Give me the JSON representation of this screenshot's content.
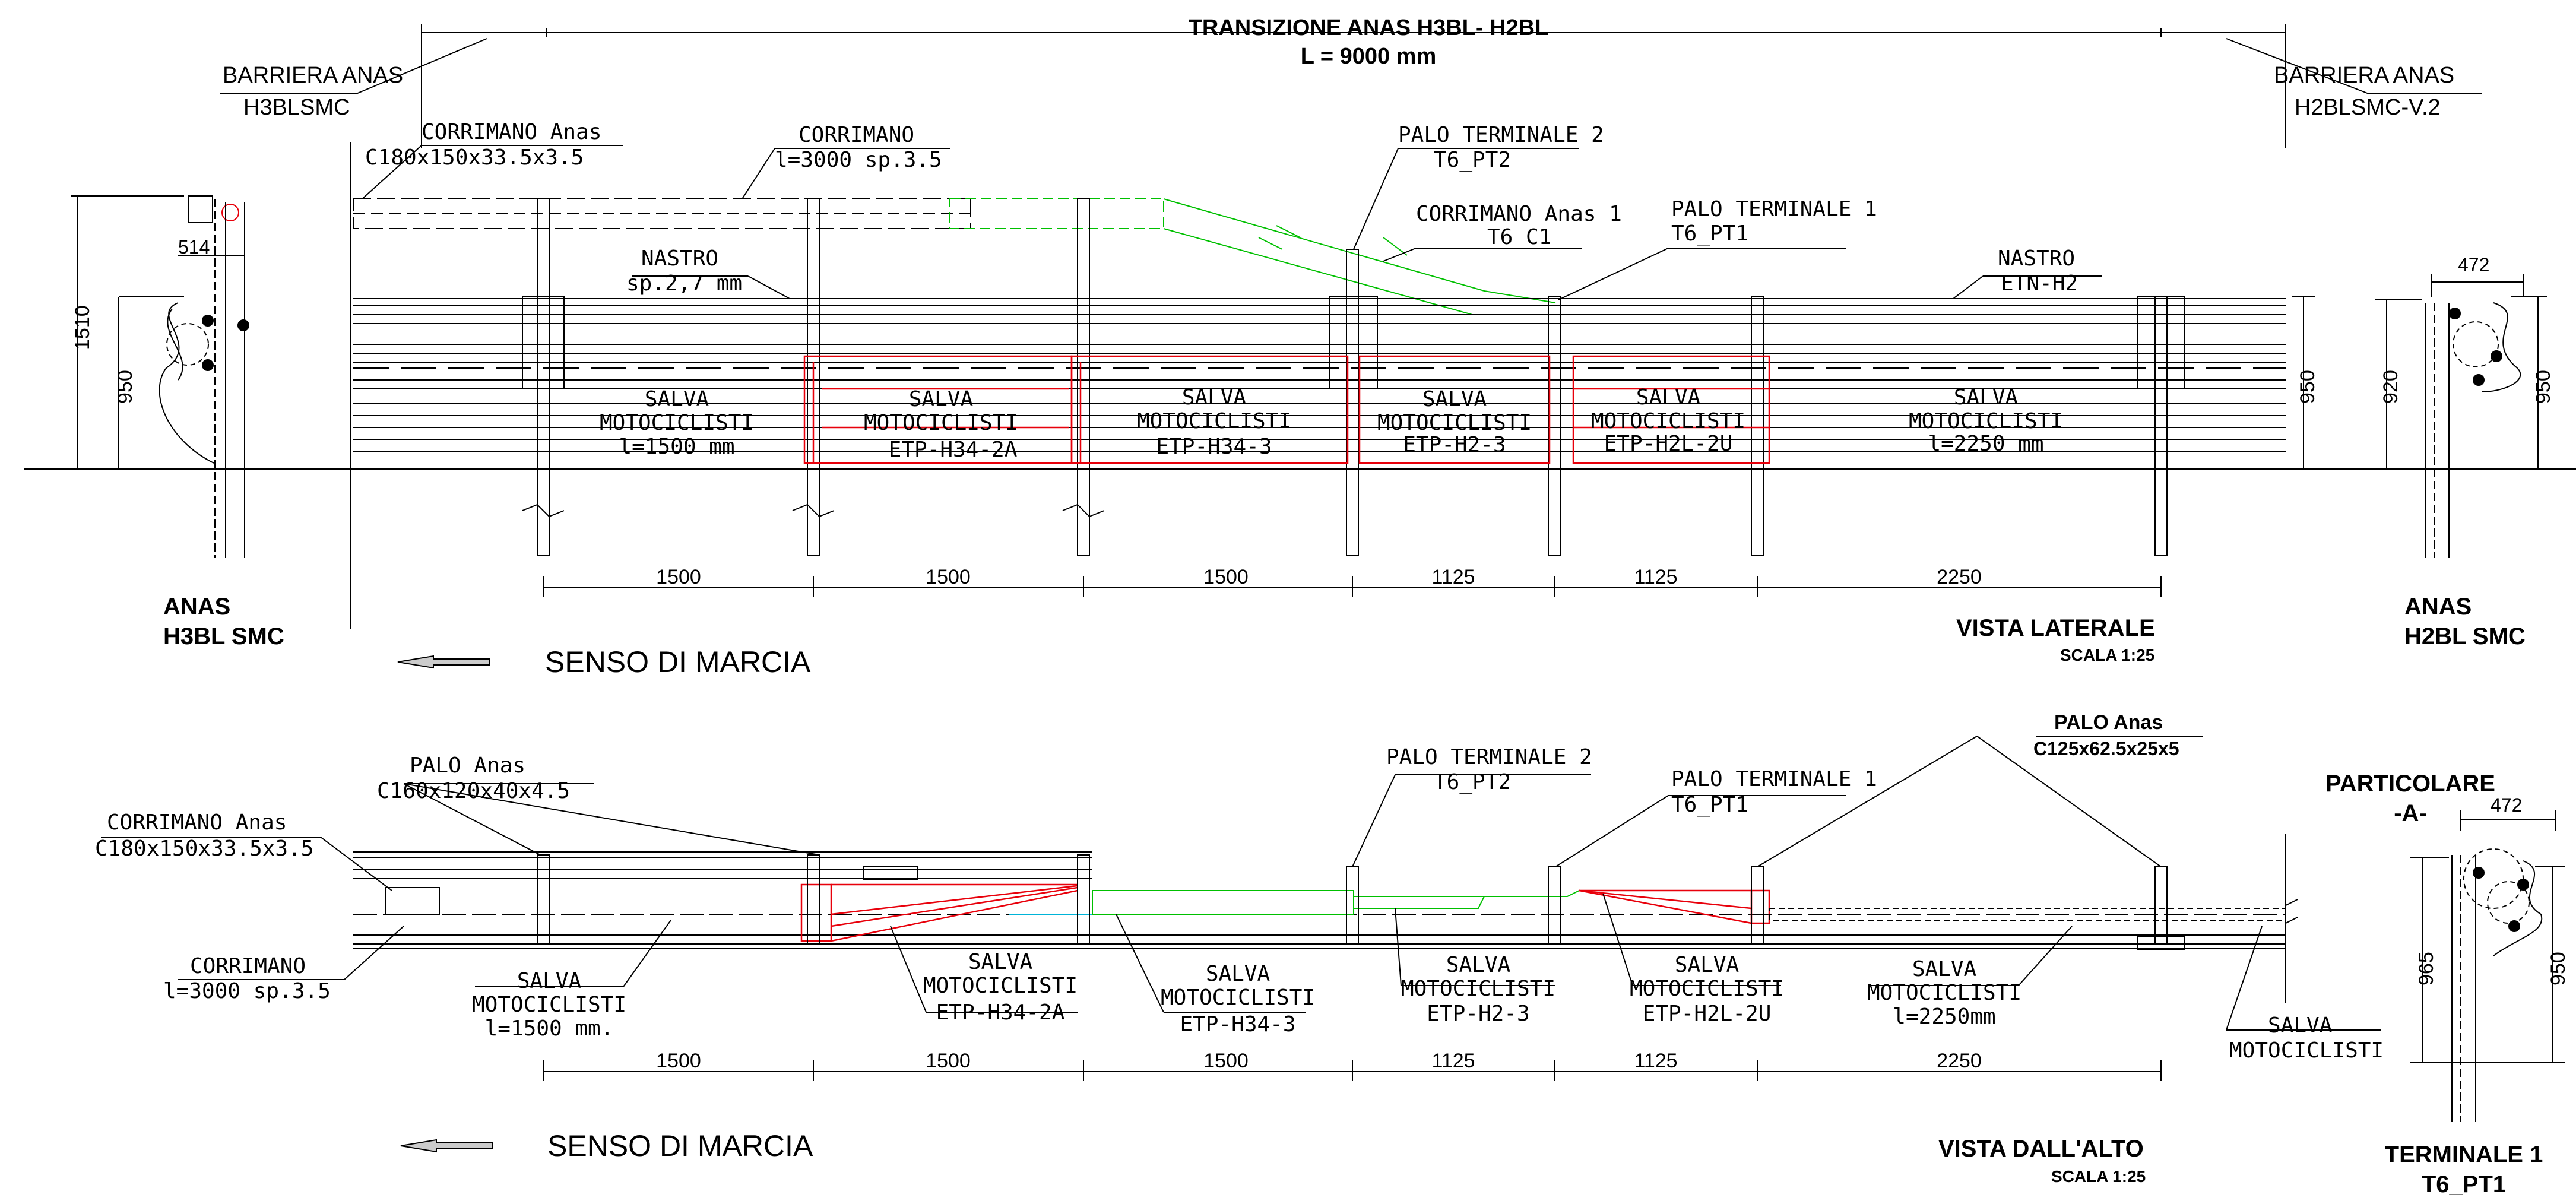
{
  "header": {
    "title": "TRANSIZIONE ANAS H3BL- H2BL",
    "length": "L = 9000 mm"
  },
  "ends": {
    "left_barrier": {
      "line1": "BARRIERA ANAS",
      "line2": "H3BLSMC"
    },
    "right_barrier": {
      "line1": "BARRIERA ANAS",
      "line2": "H2BLSMC-V.2"
    },
    "left_section": {
      "line1": "ANAS",
      "line2": "H3BL SMC"
    },
    "right_section": {
      "line1": "ANAS",
      "line2": "H2BL SMC"
    }
  },
  "side_view": {
    "title": "VISTA LATERALE",
    "scale": "SCALA 1:25",
    "direction": "SENSO DI MARCIA",
    "labels": {
      "corrimano_anas": {
        "l1": "CORRIMANO Anas",
        "l2": "C180x150x33.5x3.5"
      },
      "corrimano": {
        "l1": "CORRIMANO",
        "l2": "l=3000 sp.3.5"
      },
      "palo_term2": {
        "l1": "PALO TERMINALE 2",
        "l2": "T6_PT2"
      },
      "corrimano_anas1": {
        "l1": "CORRIMANO Anas 1",
        "l2": "T6_C1"
      },
      "palo_term1": {
        "l1": "PALO TERMINALE 1",
        "l2": "T6_PT1"
      },
      "nastro_left": {
        "l1": "NASTRO",
        "l2": "sp.2,7 mm"
      },
      "nastro_right": {
        "l1": "NASTRO",
        "l2": "ETN-H2"
      }
    },
    "salva": [
      {
        "l1": "SALVA",
        "l2": "MOTOCICLISTI",
        "l3": "l=1500 mm"
      },
      {
        "l1": "SALVA",
        "l2": "MOTOCICLISTI",
        "l3": "ETP-H34-2A"
      },
      {
        "l1": "SALVA",
        "l2": "MOTOCICLISTI",
        "l3": "ETP-H34-3"
      },
      {
        "l1": "SALVA",
        "l2": "MOTOCICLISTI",
        "l3": "ETP-H2-3"
      },
      {
        "l1": "SALVA",
        "l2": "MOTOCICLISTI",
        "l3": "ETP-H2L-2U"
      },
      {
        "l1": "SALVA",
        "l2": "MOTOCICLISTI",
        "l3": "l=2250 mm"
      }
    ],
    "spacings": [
      "1500",
      "1500",
      "1500",
      "1125",
      "1125",
      "2250"
    ],
    "left_dims": {
      "total": "1510",
      "height": "950",
      "width": "514"
    },
    "right_dims": {
      "width": "472",
      "h1": "920",
      "h2": "950",
      "inner": "950"
    }
  },
  "top_view": {
    "title": "VISTA DALL'ALTO",
    "scale": "SCALA 1:25",
    "direction": "SENSO DI MARCIA",
    "labels": {
      "palo_anas_small": {
        "l1": "PALO Anas",
        "l2": "C160x120x40x4.5"
      },
      "corrimano_anas": {
        "l1": "CORRIMANO Anas",
        "l2": "C180x150x33.5x3.5"
      },
      "corrimano": {
        "l1": "CORRIMANO",
        "l2": "l=3000 sp.3.5"
      },
      "palo_term2": {
        "l1": "PALO TERMINALE 2",
        "l2": "T6_PT2"
      },
      "palo_term1": {
        "l1": "PALO TERMINALE 1",
        "l2": "T6_PT1"
      },
      "palo_anas_big": {
        "l1": "PALO Anas",
        "l2": "C125x62.5x25x5"
      },
      "salva_right": {
        "l1": "SALVA",
        "l2": "MOTOCICLISTI"
      }
    },
    "salva": [
      {
        "l1": "SALVA",
        "l2": "MOTOCICLISTI",
        "l3": "l=1500 mm."
      },
      {
        "l1": "SALVA",
        "l2": "MOTOCICLISTI",
        "l3": "ETP-H34-2A"
      },
      {
        "l1": "SALVA",
        "l2": "MOTOCICLISTI",
        "l3": "ETP-H34-3"
      },
      {
        "l1": "SALVA",
        "l2": "MOTOCICLISTI",
        "l3": "ETP-H2-3"
      },
      {
        "l1": "SALVA",
        "l2": "MOTOCICLISTI",
        "l3": "ETP-H2L-2U"
      },
      {
        "l1": "SALVA",
        "l2": "MOTOCICLISTI",
        "l3": "l=2250mm"
      }
    ],
    "spacings": [
      "1500",
      "1500",
      "1500",
      "1125",
      "1125",
      "2250"
    ]
  },
  "detail": {
    "title1": "PARTICOLARE",
    "title2": "-A-",
    "width": "472",
    "h1": "965",
    "h2": "950",
    "caption1": "TERMINALE 1",
    "caption2": "T6_PT1"
  },
  "colors": {
    "line": "#000000",
    "red": "#e8000b",
    "green": "#00c000",
    "cyan": "#00b4d8"
  }
}
